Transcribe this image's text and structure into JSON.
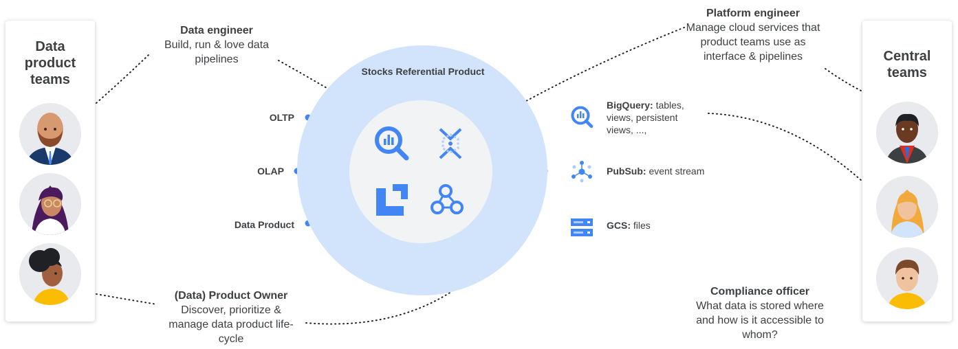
{
  "left_panel": {
    "title": "Data product teams"
  },
  "right_panel": {
    "title": "Central teams"
  },
  "roles": {
    "data_engineer": {
      "title": "Data engineer",
      "desc": "Build, run & love data pipelines"
    },
    "platform_engineer": {
      "title": "Platform engineer",
      "desc": "Manage cloud services that product teams use as interface & pipelines"
    },
    "product_owner": {
      "title": "(Data) Product Owner",
      "desc": "Discover, prioritize & manage data product life-cycle"
    },
    "compliance_officer": {
      "title": "Compliance officer",
      "desc": "What data is stored where and how is it accessible to whom?"
    }
  },
  "product": {
    "title": "Stocks Referential Product"
  },
  "interfaces": [
    "OLTP",
    "OLAP",
    "Data Product"
  ],
  "services": [
    {
      "name": "BigQuery:",
      "desc": "tables, views, persistent views, ...,",
      "icon": "bigquery-icon"
    },
    {
      "name": "PubSub:",
      "desc": "event stream",
      "icon": "pubsub-icon"
    },
    {
      "name": "GCS:",
      "desc": "files",
      "icon": "gcs-icon"
    }
  ],
  "colors": {
    "accent": "#4285f4",
    "outer_circle": "#d2e3fc",
    "inner_circle": "#f1f3f4",
    "dotted": "#202124"
  }
}
